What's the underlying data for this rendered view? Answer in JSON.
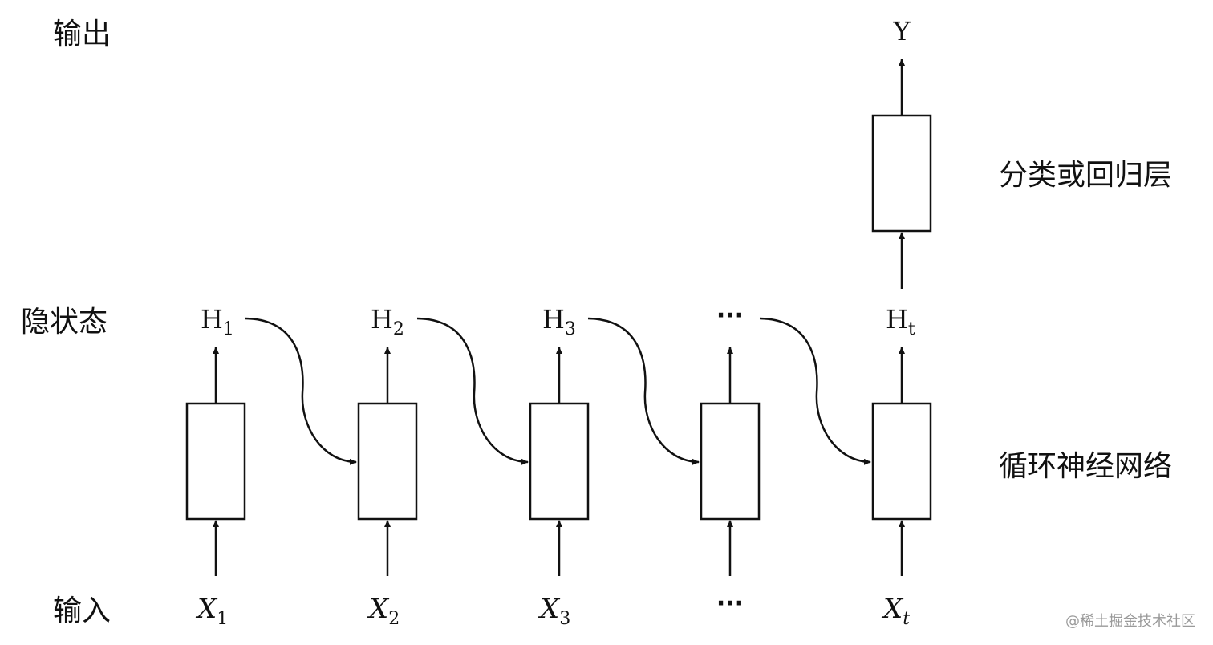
{
  "labels": {
    "output": "输出",
    "hidden_state": "隐状态",
    "input": "输入",
    "classifier_layer": "分类或回归层",
    "rnn": "循环神经网络"
  },
  "output_node": "Y",
  "hidden_states": [
    {
      "base": "H",
      "sub": "1"
    },
    {
      "base": "H",
      "sub": "2"
    },
    {
      "base": "H",
      "sub": "3"
    },
    {
      "base": "···",
      "sub": ""
    },
    {
      "base": "H",
      "sub": "t"
    }
  ],
  "inputs": [
    {
      "base": "X",
      "sub": "1"
    },
    {
      "base": "X",
      "sub": "2"
    },
    {
      "base": "X",
      "sub": "3"
    },
    {
      "base": "···",
      "sub": ""
    },
    {
      "base": "X",
      "sub": "t"
    }
  ],
  "watermark": "@稀土掘金技术社区"
}
